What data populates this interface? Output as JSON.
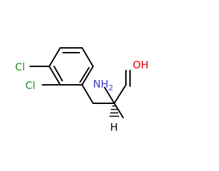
{
  "molecule": {
    "labels": {
      "cl_upper": "Cl",
      "cl_lower": "Cl",
      "amine": "NH",
      "amine_subscript": "2",
      "hydroxyl": "OH",
      "stereo_h": "H"
    },
    "colors": {
      "bond": "#000000",
      "chlorine": "#1f8f1f",
      "nitrogen": "#3b3bd6",
      "oxygen": "#e60000",
      "background": "#ffffff"
    }
  }
}
